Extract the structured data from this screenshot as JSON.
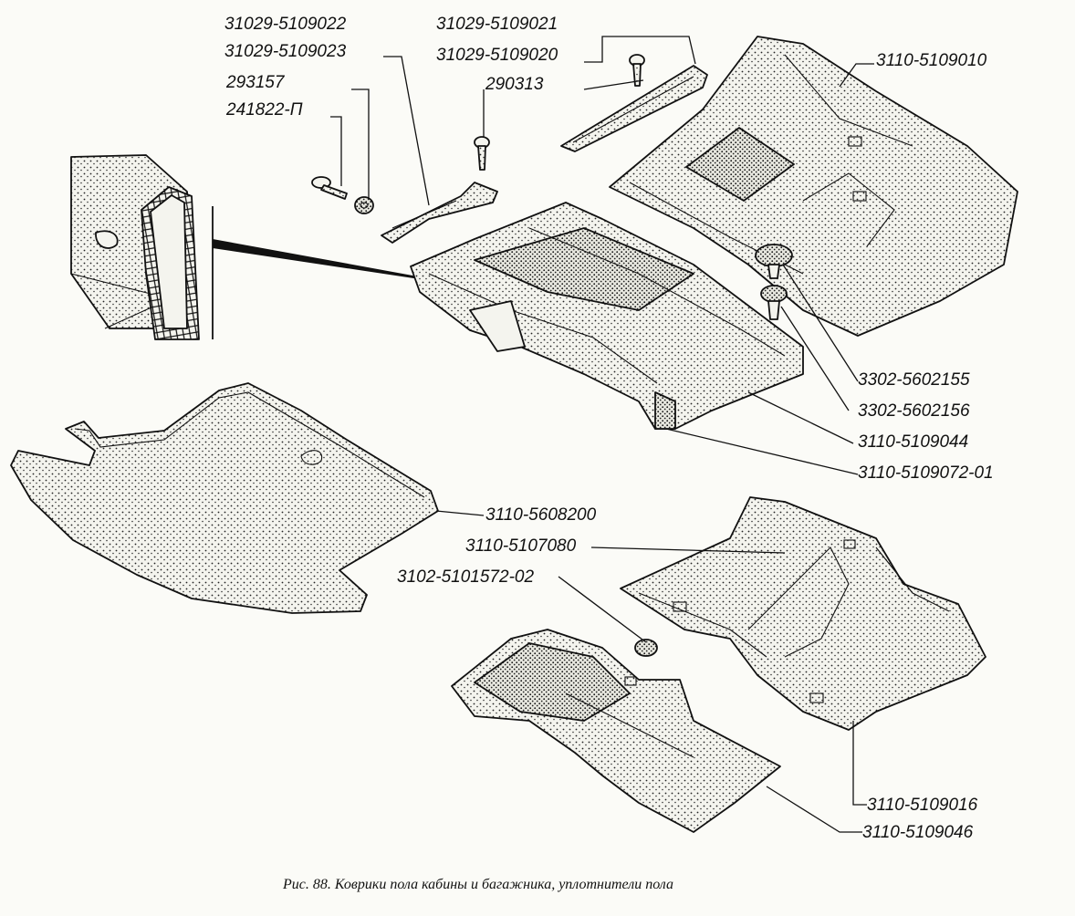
{
  "labels": {
    "l_31029_5109022": "31029-5109022",
    "l_31029_5109023": "31029-5109023",
    "l_293157": "293157",
    "l_241822_p": "241822-П",
    "l_31029_5109021": "31029-5109021",
    "l_31029_5109020": "31029-5109020",
    "l_290313": "290313",
    "l_3110_5109010": "3110-5109010",
    "l_3302_5602155": "3302-5602155",
    "l_3302_5602156": "3302-5602156",
    "l_3110_5109044": "3110-5109044",
    "l_3110_5109072_01": "3110-5109072-01",
    "l_3110_5608200": "3110-5608200",
    "l_3110_5107080": "3110-5107080",
    "l_3102_5101572_02": "3102-5101572-02",
    "l_3110_5109016": "3110-5109016",
    "l_3110_5109046": "3110-5109046"
  },
  "caption": "Рис. 88. Коврики пола кабины и багажника, уплотнители пола"
}
